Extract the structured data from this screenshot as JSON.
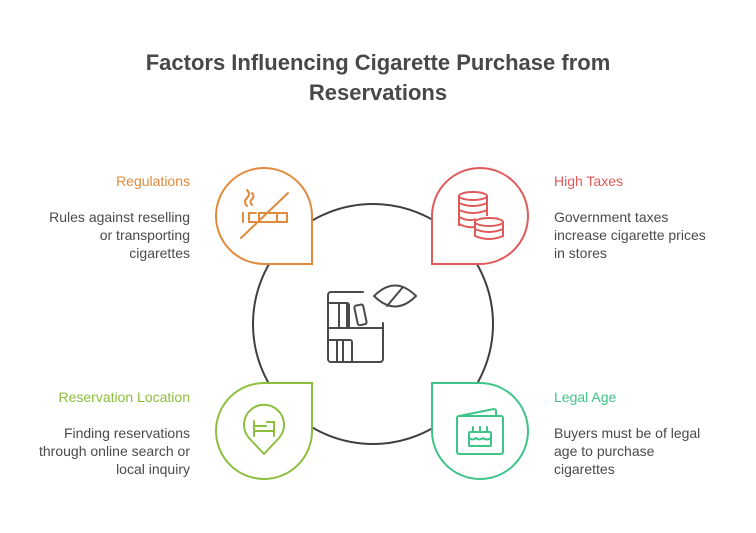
{
  "title": {
    "line1": "Factors Influencing Cigarette Purchase from",
    "line2": "Reservations"
  },
  "center": {
    "icon": "bookshelf-with-pill-icon"
  },
  "factors": [
    {
      "id": "regulations",
      "heading": "Regulations",
      "lines": [
        "Rules against reselling",
        "or transporting",
        "cigarettes"
      ],
      "color": "#E08A3C",
      "icon": "no-smoking-icon",
      "position": "top-left"
    },
    {
      "id": "high-taxes",
      "heading": "High Taxes",
      "lines": [
        "Government taxes",
        "increase cigarette prices",
        "in stores"
      ],
      "color": "#E05A5A",
      "icon": "coins-stack-icon",
      "position": "top-right"
    },
    {
      "id": "reservation-location",
      "heading": "Reservation Location",
      "lines": [
        "Finding reservations",
        "through online search or",
        "local inquiry"
      ],
      "color": "#8DBE3E",
      "icon": "bed-location-pin-icon",
      "position": "bottom-left"
    },
    {
      "id": "legal-age",
      "heading": "Legal Age",
      "lines": [
        "Buyers must be of legal",
        "age to purchase",
        "cigarettes"
      ],
      "color": "#3EC486",
      "icon": "birthday-card-icon",
      "position": "bottom-right"
    }
  ]
}
